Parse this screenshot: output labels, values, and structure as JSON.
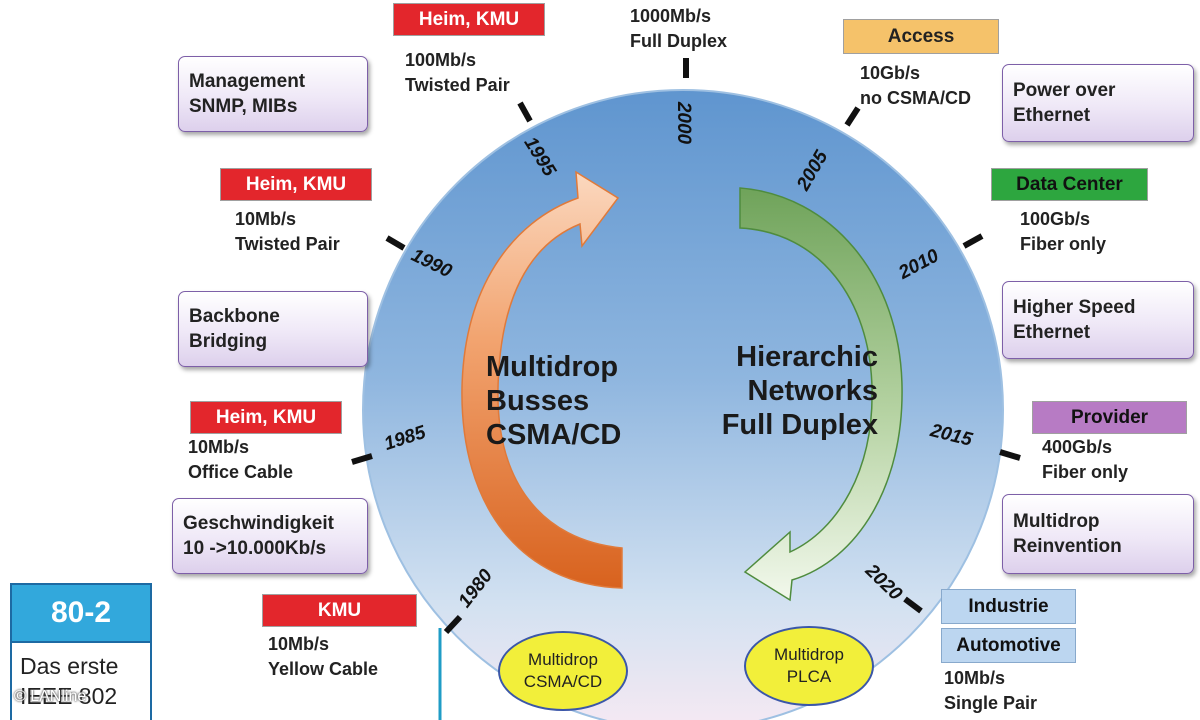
{
  "center": {
    "left": [
      "Multidrop",
      "Busses",
      "CSMA/CD"
    ],
    "right": [
      "Hierarchic",
      "Networks",
      "Full Duplex"
    ]
  },
  "years": [
    "1980",
    "1985",
    "1990",
    "1995",
    "2000",
    "2005",
    "2010",
    "2015",
    "2020"
  ],
  "tags": {
    "heim_1995": "Heim, KMU",
    "heim_1990": "Heim, KMU",
    "heim_1985": "Heim, KMU",
    "kmu_1980": "KMU",
    "access": "Access",
    "datacenter": "Data Center",
    "provider": "Provider",
    "industrie": "Industrie",
    "automotive": "Automotive"
  },
  "notes": {
    "n1995": [
      "100Mb/s",
      "Twisted Pair"
    ],
    "n2000": [
      "1000Mb/s",
      "Full Duplex"
    ],
    "n2005": [
      "10Gb/s",
      "no CSMA/CD"
    ],
    "n1990": [
      "10Mb/s",
      "Twisted Pair"
    ],
    "n2010": [
      "100Gb/s",
      "Fiber only"
    ],
    "n1985": [
      "10Mb/s",
      "Office Cable"
    ],
    "n2015": [
      "400Gb/s",
      "Fiber only"
    ],
    "n1980": [
      "10Mb/s",
      "Yellow Cable"
    ],
    "n2020": [
      "10Mb/s",
      "Single Pair"
    ]
  },
  "boxes": {
    "management": [
      "Management",
      "SNMP, MIBs"
    ],
    "backbone": [
      "Backbone",
      "Bridging"
    ],
    "geschwindigkeit": [
      "Geschwindigkeit",
      "10 ->10.000Kb/s"
    ],
    "poe": [
      "Power over",
      "Ethernet"
    ],
    "higher": [
      "Higher Speed",
      "Ethernet"
    ],
    "multidrop_re": [
      "Multidrop",
      "Reinvention"
    ]
  },
  "ellipses": {
    "left": [
      "Multidrop",
      "CSMA/CD"
    ],
    "right": [
      "Multidrop",
      "PLCA"
    ]
  },
  "panel": {
    "head": "80-2",
    "body": [
      "Das erste",
      "IEEE 802"
    ]
  },
  "credit": "© LANline"
}
